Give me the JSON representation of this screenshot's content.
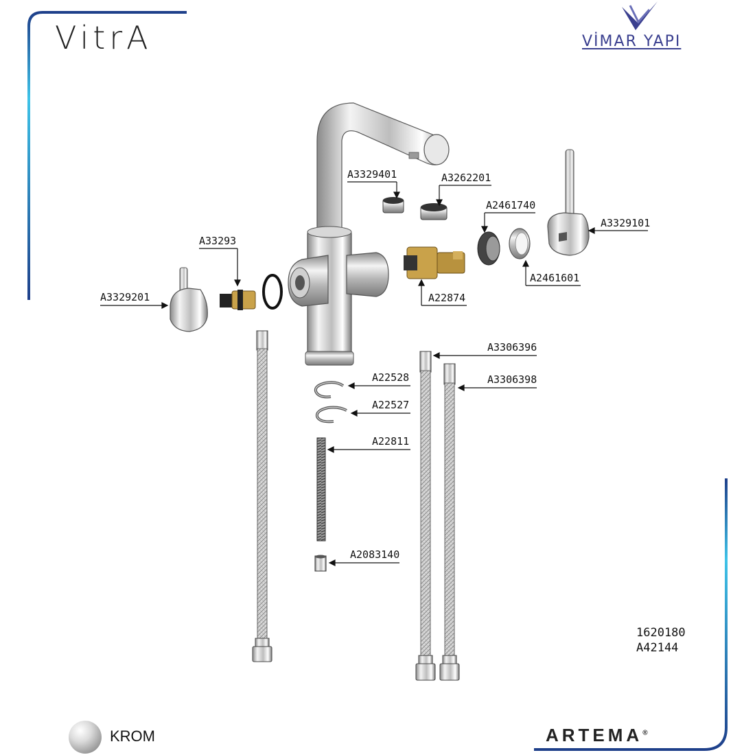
{
  "brand": {
    "left_logo": "VitrA",
    "right_logo": "VİMAR YAPI",
    "bottom_logo": "ARTEMA",
    "bottom_logo_mark": "®"
  },
  "finish": {
    "name": "KROM"
  },
  "product_codes": [
    "1620180",
    "A42144"
  ],
  "parts": {
    "aerator_a": "A3329401",
    "aerator_b": "A3262201",
    "lever_handle_right": "A3329101",
    "nut": "A2461740",
    "ring": "A2461601",
    "cartridge": "A22874",
    "valve_left": "A33293",
    "handle_left": "A3329201",
    "hose_a": "A3306396",
    "hose_b": "A3306398",
    "clip_a": "A22528",
    "clip_b": "A22527",
    "threaded_rod": "A22811",
    "sleeve_nut": "A2083140"
  },
  "colors": {
    "frame_accent": "#1e3f8a",
    "frame_glow": "#3ec3e8",
    "chrome": "#c8c8c8",
    "brass": "#c9a24a",
    "logo_blue": "#3a3f8f"
  }
}
